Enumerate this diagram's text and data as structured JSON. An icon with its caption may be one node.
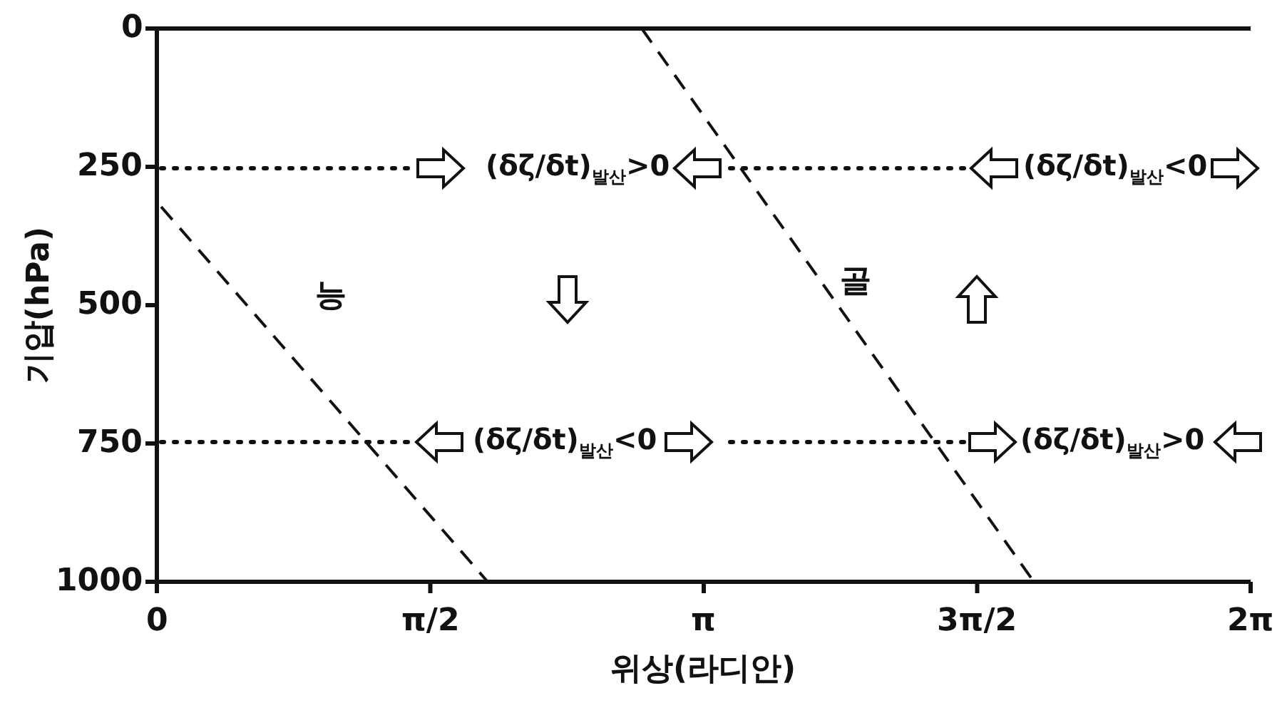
{
  "diagram": {
    "labels": [
      "0",
      "250",
      "500",
      "750",
      "1000",
      "기압(hPa)",
      "0",
      "π/2",
      "π",
      "3π/2",
      "2π",
      "위상(라디안)",
      "(δζ/δt)$_{발산}$>0",
      "(δζ/δt)$_{발산}$<0",
      "능",
      "골",
      "(δζ/δt)$_{발산}$<0",
      "(δζ/δt)$_{발산}$>0"
    ]
  }
}
